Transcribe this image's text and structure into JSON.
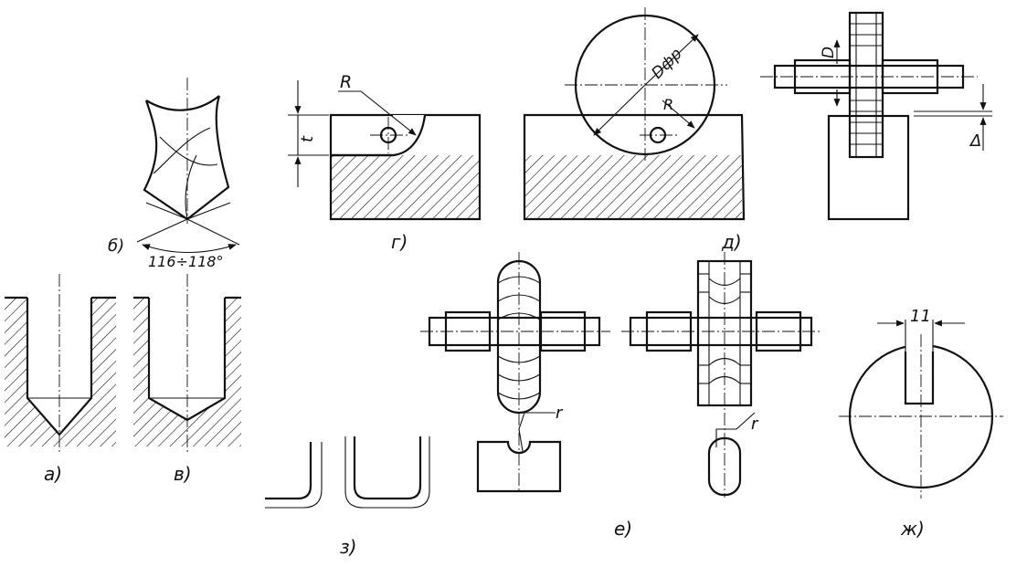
{
  "labels": {
    "a": "а)",
    "b": "б)",
    "v": "в)",
    "g": "г)",
    "d": "д)",
    "e": "е)",
    "zh": "ж)",
    "z": "з)"
  },
  "dims": {
    "angle": "116÷118°",
    "radius_g": "R",
    "t": "t",
    "d_fr": "Dфр",
    "radius_d": "R",
    "d_wheel": "D",
    "delta": "Δ",
    "r_e1": "r",
    "r_e2": "r",
    "width_zh": "11"
  },
  "colors": {
    "ink": "#111111",
    "paper": "#ffffff"
  }
}
